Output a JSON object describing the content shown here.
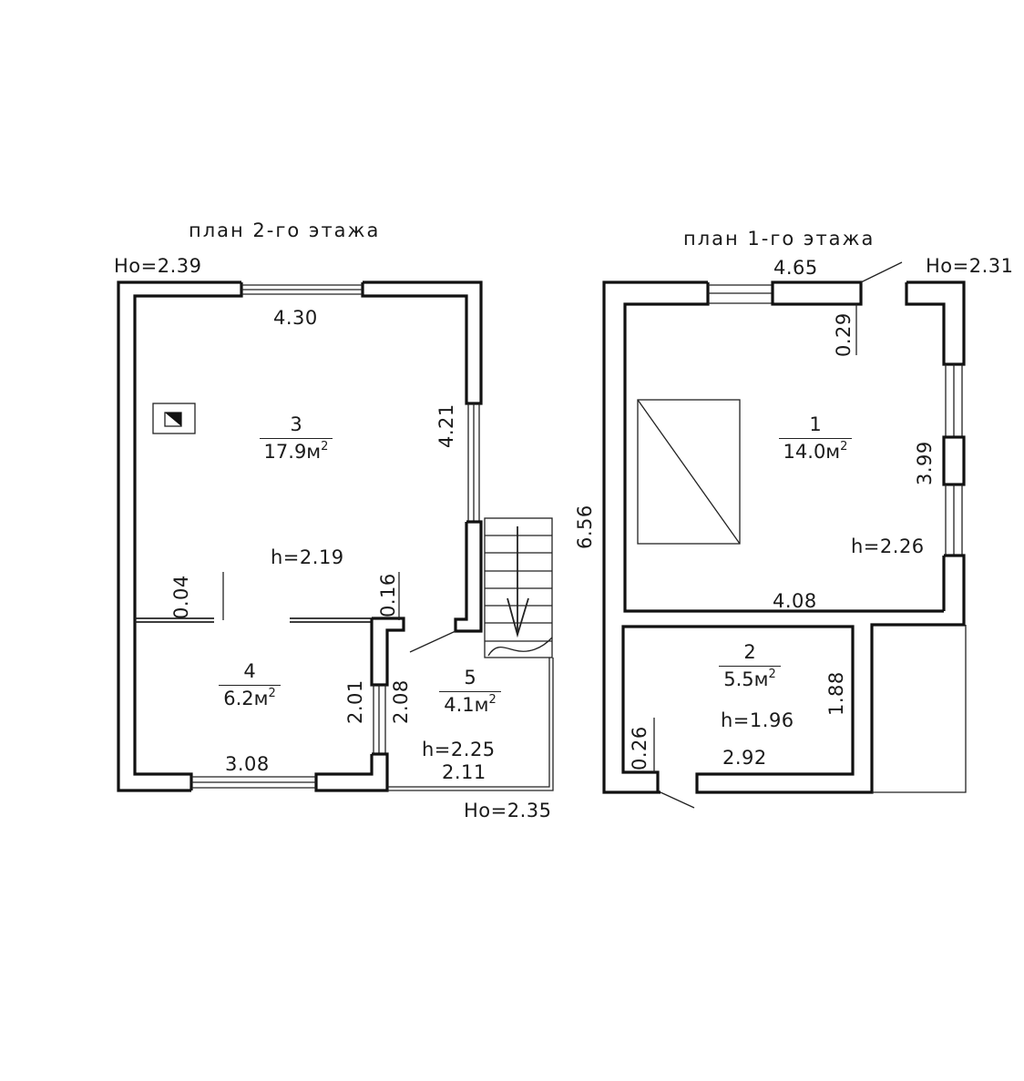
{
  "floor2": {
    "title": "план 2-го этажа",
    "ho_top": "Hо=2.39",
    "ho_bottom": "Hо=2.35",
    "rooms": [
      {
        "id": "3",
        "area_value": "17.9м",
        "area_sup": "2",
        "height": "h=2.19"
      },
      {
        "id": "4",
        "area_value": "6.2м",
        "area_sup": "2"
      },
      {
        "id": "5",
        "area_value": "4.1м",
        "area_sup": "2",
        "height": "h=2.25"
      }
    ],
    "dimensions": {
      "top_width": "4.30",
      "right_window": "4.21",
      "partition_left": "0.04",
      "partition_right": "0.16",
      "room4_width": "3.08",
      "room4_height": "2.01",
      "room5_height": "2.08",
      "room5_width": "2.11"
    },
    "icons": [
      "chimney-icon",
      "stair-icon"
    ]
  },
  "floor1": {
    "title": "план 1-го этажа",
    "ho_top": "Hо=2.31",
    "rooms": [
      {
        "id": "1",
        "area_value": "14.0м",
        "area_sup": "2",
        "height": "h=2.26"
      },
      {
        "id": "2",
        "area_value": "5.5м",
        "area_sup": "2",
        "height": "h=1.96"
      }
    ],
    "dimensions": {
      "top_width": "4.65",
      "door_offset": "0.29",
      "right_height": "3.99",
      "left_overall": "6.56",
      "room1_width": "4.08",
      "room2_height": "1.88",
      "room2_width": "2.92",
      "room2_door_offset": "0.26"
    },
    "icons": [
      "stove-icon"
    ]
  }
}
